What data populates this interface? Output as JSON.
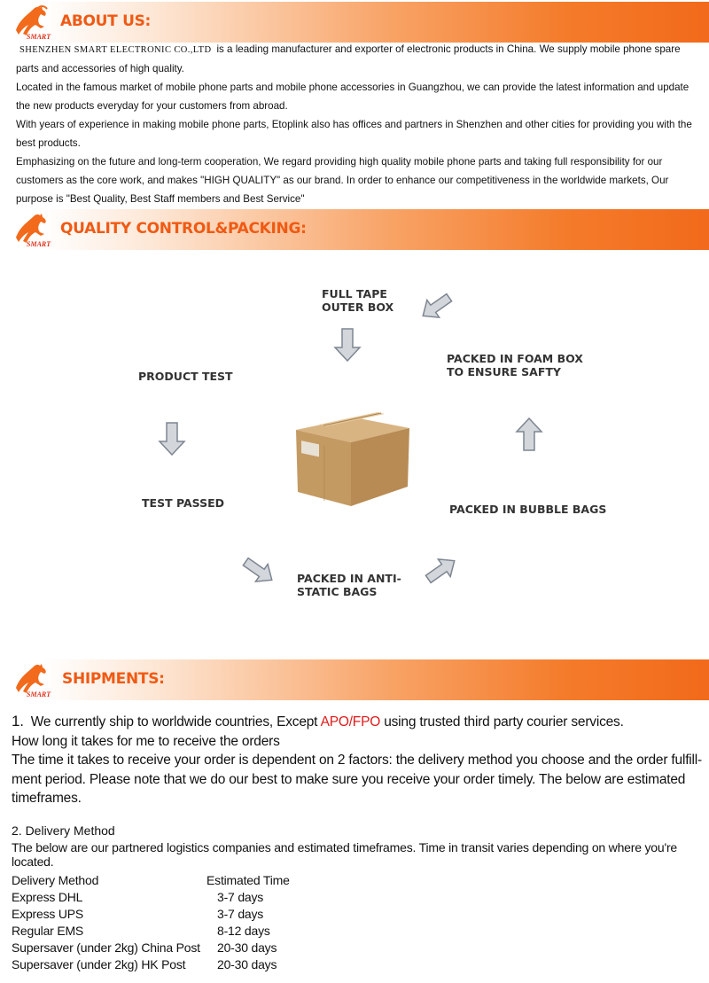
{
  "about": {
    "title": "ABOUT US:",
    "logo_text": "SMART",
    "company": "SHENZHEN SMART ELECTRONIC  CO.,LTD",
    "p1_rest": "is a leading manufacturer and exporter of electronic products in China. We supply mobile phone spare parts and accessories of high quality.",
    "p2": "Located in the famous market of mobile phone parts and mobile phone accessories in Guangzhou, we can provide the latest information and update the new products everyday for your customers from abroad.",
    "p3": "With years of experience in making mobile phone parts, Etoplink also has offices and partners in Shenzhen and other cities for providing you with the best products.",
    "p4": "Emphasizing on the future and long-term cooperation, We regard providing high quality mobile phone parts and taking full responsibility for our customers as the core work, and makes \"HIGH QUALITY\" as our brand. In order to enhance our competitiveness in the worldwide markets, Our purpose is \"Best Quality, Best Staff members and Best Service\""
  },
  "quality": {
    "title": "QUALITY CONTROL&PACKING:",
    "logo_text": "SMART",
    "steps": {
      "full_tape_1": "FULL TAPE",
      "full_tape_2": "OUTER BOX",
      "foam_1": "PACKED IN FOAM BOX",
      "foam_2": "TO ENSURE SAFTY",
      "product_test": "PRODUCT TEST",
      "test_passed": "TEST PASSED",
      "bubble": "PACKED IN BUBBLE BAGS",
      "anti_1": "PACKED IN ANTI-",
      "anti_2": "STATIC BAGS"
    }
  },
  "shipments": {
    "title": "SHIPMENTS:",
    "logo_text": "SMART",
    "n1": "1.",
    "line1_a": "We currently ship to worldwide countries, Except",
    "line1_red": "APO/FPO",
    "line1_b": "using trusted third party courier services.",
    "line2": "How long it takes for me to receive the orders",
    "line3": "The time it takes to receive your order is dependent on 2 factors: the delivery method you choose and the order fulfill-ment period. Please note that we do our best to make sure you receive your order timely. The below are estimated timeframes.",
    "dm_title": "2.   Delivery Method",
    "dm_desc": "The below are our partnered logistics companies and estimated timeframes. Time in transit varies depending on where you're located.",
    "table_headers": [
      "Delivery Method",
      "Estimated Time"
    ],
    "rows": [
      [
        "Express DHL",
        "3-7 days"
      ],
      [
        "Express UPS",
        "3-7 days"
      ],
      [
        "Regular EMS",
        "8-12 days"
      ],
      [
        "Supersaver (under 2kg) China Post",
        "20-30 days"
      ],
      [
        "Supersaver (under 2kg) HK Post",
        "20-30 days"
      ]
    ]
  },
  "colors": {
    "accent": "#f05a14",
    "red_text": "#e01a1a",
    "arrow_fill": "#c9cdd2"
  }
}
